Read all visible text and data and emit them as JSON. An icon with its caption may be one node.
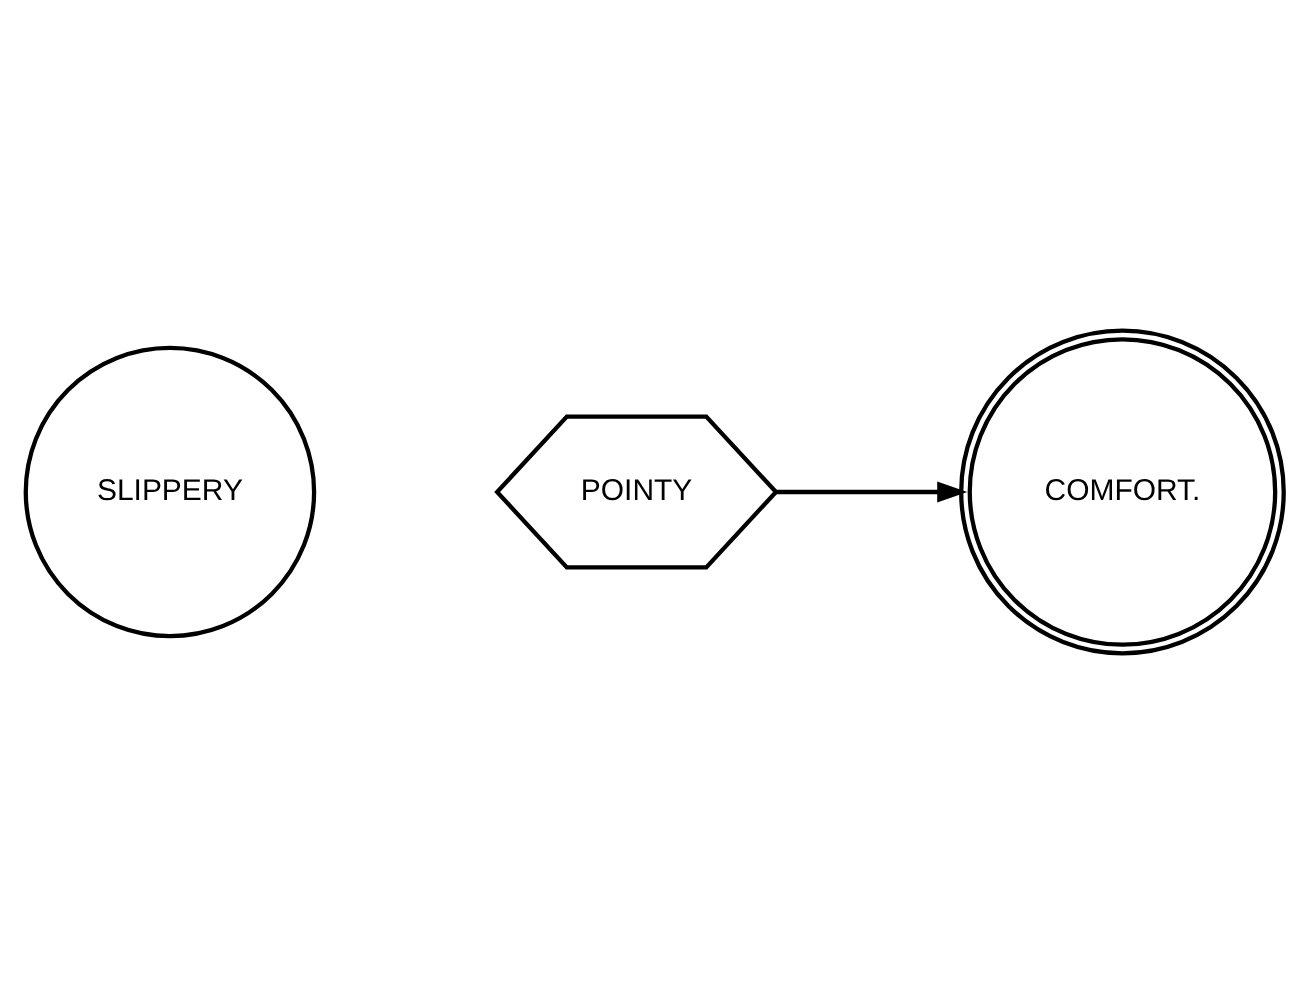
{
  "diagram": {
    "nodes": [
      {
        "text": [
          "SLIPPERY"
        ]
      },
      {
        "text": [
          "POINTY"
        ]
      },
      {
        "text": [
          "COMFORT."
        ]
      }
    ],
    "edges": [
      {
        "from": 1,
        "to": 2,
        "arrow": "to"
      }
    ]
  }
}
